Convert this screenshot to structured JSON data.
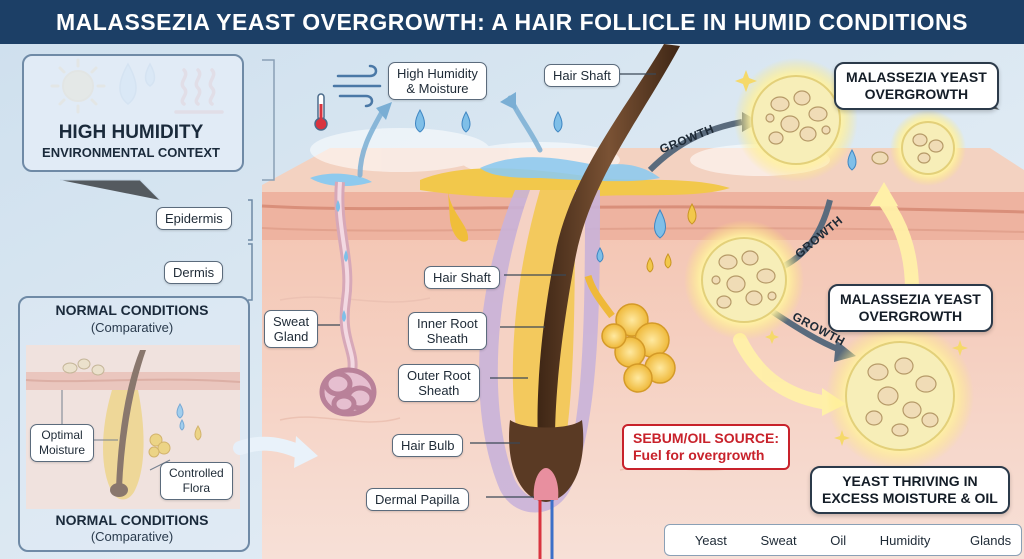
{
  "title": "MALASSEZIA YEAST OVERGROWTH: A HAIR FOLLICLE IN HUMID CONDITIONS",
  "env_panel": {
    "title": "HIGH HUMIDITY",
    "subtitle": "ENVIRONMENTAL CONTEXT",
    "icons": [
      "sun-icon",
      "water-drops-icon",
      "heat-waves-icon"
    ]
  },
  "labels": {
    "humidity": "High Humidity\n& Moisture",
    "hair_shaft_top": "Hair Shaft",
    "epidermis": "Epidermis",
    "dermis": "Dermis",
    "hair_shaft": "Hair Shaft",
    "sweat_gland": "Sweat\nGland",
    "inner_root_sheath": "Inner Root\nSheath",
    "outer_root_sheath": "Outer Root\nSheath",
    "hair_bulb": "Hair Bulb",
    "dermal_papilla": "Dermal Papilla"
  },
  "callouts": {
    "overgrowth_top": "MALASSEZIA YEAST\nOVERGROWTH",
    "overgrowth_mid": "MALASSEZIA YEAST\nOVERGROWTH",
    "thriving": "YEAST THRIVING IN\nEXCESS MOISTURE & OIL",
    "sebum": "SEBUM/OIL SOURCE:\nFuel for overgrowth"
  },
  "growth_labels": [
    "GROWTH",
    "GROWTH",
    "GROWTH"
  ],
  "normal_panel": {
    "title": "NORMAL CONDITIONS",
    "subtitle": "(Comparative)",
    "footer_title": "NORMAL CONDITIONS",
    "footer_subtitle": "(Comparative)",
    "optimal_moisture": "Optimal\nMoisture",
    "controlled_flora": "Controlled\nFlora"
  },
  "legend": [
    {
      "icon": "yeast-icon",
      "label": "Yeast"
    },
    {
      "icon": "sweat-drop-icon",
      "label": "Sweat"
    },
    {
      "icon": "oil-drop-icon",
      "label": "Oil"
    },
    {
      "icon": "humidity-drop-icon",
      "label": "Humidity"
    },
    {
      "icon": "gland-icon",
      "label": "Glands"
    }
  ],
  "colors": {
    "title_bar": "#1c3f66",
    "skin": "#f4cbb8",
    "dermis": "#f6d7cc",
    "hair": "#5a3a24",
    "oil": "#f2c84b",
    "sweat": "#7fbfe8",
    "yeast_glow": "#fff6b0",
    "sebum_border": "#c8222b"
  }
}
